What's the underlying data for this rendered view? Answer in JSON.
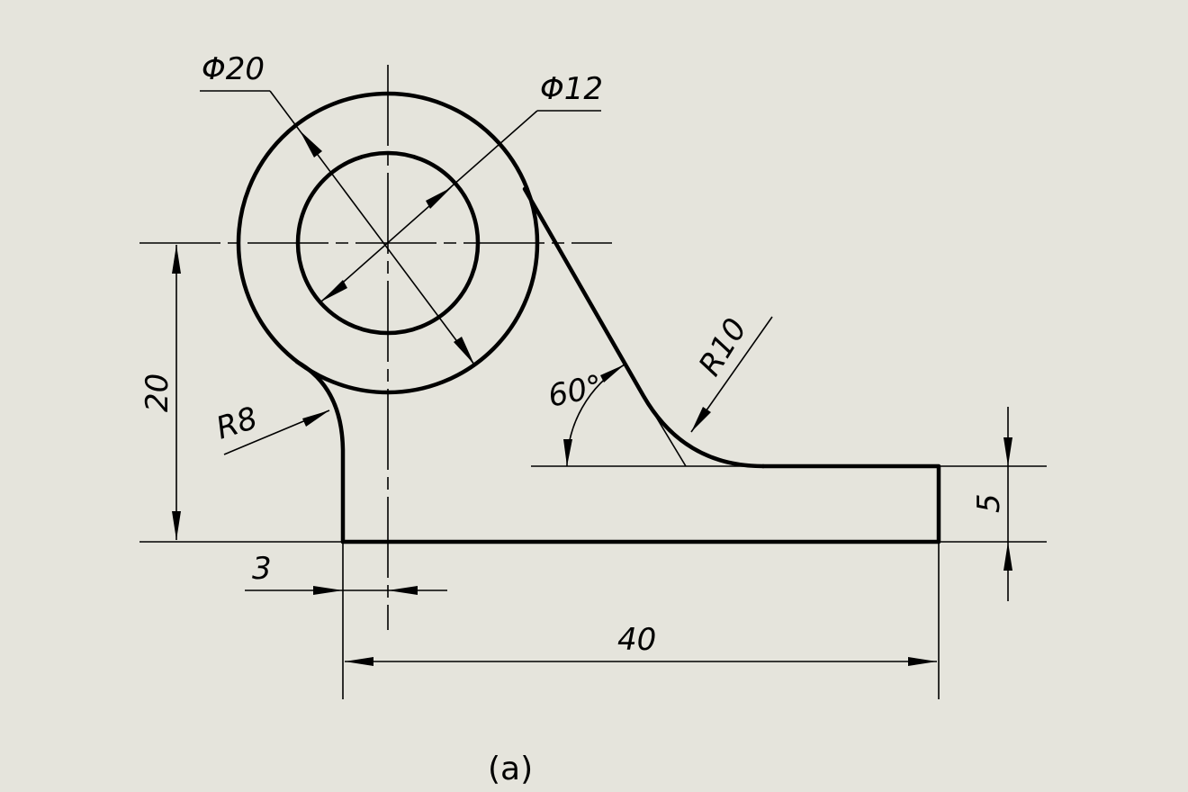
{
  "dimensions": {
    "outer_diameter": "Φ20",
    "inner_diameter": "Φ12",
    "radius_small": "R8",
    "radius_large": "R10",
    "angle": "60°",
    "height": "20",
    "offset": "3",
    "length": "40",
    "thickness": "5"
  },
  "caption": "(a)"
}
